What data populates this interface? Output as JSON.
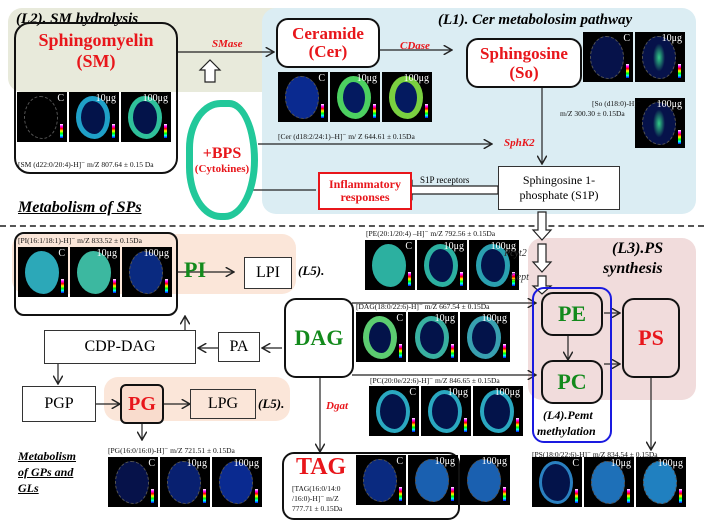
{
  "regions": {
    "l2_title": "(L2). SM hydrolysis",
    "l1_title": "(L1). Cer metabolosim pathway",
    "l3_title_1": "(L3).PS",
    "l3_title_2": "synthesis",
    "l4_title_1": "(L4).Pemt",
    "l4_title_2": "methylation",
    "l5_pi": "(L5).",
    "l5_pg": "(L5)."
  },
  "sections": {
    "sps": "Metabolism of SPs",
    "gps_1": "Metabolism",
    "gps_2": "of GPs and",
    "gps_3": "GLs"
  },
  "nodes": {
    "sm_1": "Sphingomyelin",
    "sm_2": "(SM)",
    "cer_1": "Ceramide",
    "cer_2": "(Cer)",
    "so_1": "Sphingosine",
    "so_2": "(So)",
    "bps_1": "+BPS",
    "bps_2": "(Cytokines)",
    "inflam_1": "Inflammatory",
    "inflam_2": "responses",
    "s1p_1": "Sphingosine 1-",
    "s1p_2": "phosphate (S1P)",
    "pi": "PI",
    "lpi": "LPI",
    "cdpdag": "CDP-DAG",
    "pa": "PA",
    "dag": "DAG",
    "pgp": "PGP",
    "pg": "PG",
    "lpg": "LPG",
    "tag": "TAG",
    "pe": "PE",
    "pc": "PC",
    "ps": "PS"
  },
  "enzymes": {
    "smase": "SMase",
    "cdase": "CDase",
    "sphk2": "SphK2",
    "dgat": "Dgat",
    "pcyt2": "Pcyt2",
    "cept": "Cept",
    "s1p_receptors": "S1P receptors"
  },
  "image_labels": [
    "C",
    "10μg",
    "100μg"
  ],
  "captions": {
    "sm": "[SM (d22:0/20:4)-H]⁻  m/Z 807.64 ± 0.15 Da",
    "cer": "[Cer (d18:2/24:1)–H]⁻  m/ Z 644.61 ± 0.15Da",
    "so_1": "[So (d18:0)-H]⁻",
    "so_2": "m/Z 300.30 ± 0.15Da",
    "pi": "[PI(16:1/18:1)-H]⁻  m/Z 833.52 ± 0.15Da",
    "pe": "[PE(20:1/20:4)  –H]⁻  m/Z 792.56 ± 0.15Da",
    "dag": "[DAG(18:0/22:6)-H]⁻  m/Z 667.54 ± 0.15Da",
    "pc": "[PC(20:0e/22:6)-H]⁻  m/Z 846.65 ± 0.15Da",
    "pg": "[PG(16:0/16:0)-H]⁻  m/Z 721.51 ± 0.15Da",
    "tag_1": "[TAG(16:0/14:0",
    "tag_2": "/16:0)-H]⁻  m/Z",
    "tag_3": "777.71 ± 0.15Da",
    "ps": "[PS(18:0/22:6)-H]⁻  m/Z 834.54 ± 0.15Da"
  },
  "colors": {
    "red": "#e8161b",
    "green": "#138a1c",
    "l2_bg": "#e8eadb",
    "l1_bg": "#dbedf3",
    "l3_bg": "#f1dcdc",
    "l5_bg": "#fbe6d9",
    "l4_border": "#1a1ae0",
    "bps_border": "#22c89a"
  }
}
